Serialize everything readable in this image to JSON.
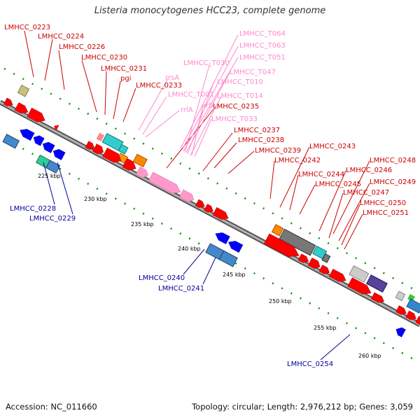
{
  "title": "Listeria monocytogenes HCC23, complete genome",
  "accession": "Accession: NC_011660",
  "topology": "Topology: circular; Length: 2,976,212 bp; Genes: 3,059",
  "colors": {
    "cds_forward": "#ff0000",
    "cds_reverse": "#0000ff",
    "rna": "#ff99cc",
    "backbone": "#808080",
    "tick": "#009900",
    "label_forward": "#cc0000",
    "label_reverse": "#000099",
    "label_rna": "#ff88cc"
  },
  "scale_labels": [
    "225 kbp",
    "230 kbp",
    "235 kbp",
    "240 kbp",
    "245 kbp",
    "250 kbp",
    "255 kbp",
    "260 kbp"
  ],
  "forward_labels": [
    "LMHCC_0223",
    "LMHCC_0224",
    "LMHCC_0226",
    "LMHCC_0230",
    "LMHCC_0231",
    "pgi",
    "LMHCC_0233",
    "LMHCC_0235",
    "LMHCC_0237",
    "LMHCC_0238",
    "LMHCC_0239",
    "LMHCC_0242",
    "LMHCC_0243",
    "LMHCC_0244",
    "LMHCC_0245",
    "LMHCC_0246",
    "LMHCC_0247",
    "LMHCC_0248",
    "LMHCC_0249",
    "LMHCC_0250",
    "LMHCC_0251"
  ],
  "rna_labels": [
    "LMHCC_T064",
    "LMHCC_T063",
    "LMHCC_T051",
    "LMHCC_T030",
    "LMHCC_T047",
    "rrsA",
    "LMHCC_T010",
    "LMHCC_T001",
    "LMHCC_T014",
    "rrlA",
    "rrfA",
    "LMHCC_T033"
  ],
  "reverse_labels": [
    "LMHCC_0228",
    "LMHCC_0229",
    "LMHCC_0240",
    "LMHCC_0241",
    "LMHCC_0254"
  ]
}
